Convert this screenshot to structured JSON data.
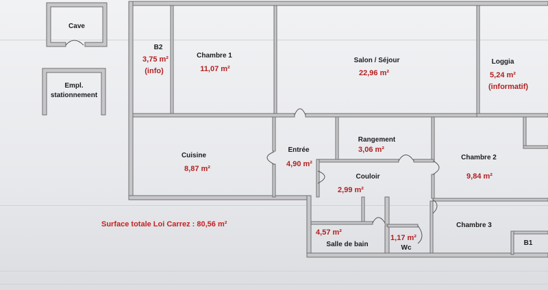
{
  "colors": {
    "wall": "#c7c7c9",
    "area_text": "#b32020",
    "total_text": "#c62020",
    "label_text": "#1c1c1e"
  },
  "rooms": {
    "cave": {
      "label": "Cave"
    },
    "empl": {
      "label1": "Empl.",
      "label2": "stationnement"
    },
    "b2": {
      "label": "B2",
      "area": "3,75 m²",
      "note": "(info)"
    },
    "chambre1": {
      "label": "Chambre 1",
      "area": "11,07 m²"
    },
    "salon": {
      "label": "Salon / Séjour",
      "area": "22,96 m²"
    },
    "loggia": {
      "label": "Loggia",
      "area": "5,24 m²",
      "note": "(informatif)"
    },
    "cuisine": {
      "label": "Cuisine",
      "area": "8,87 m²"
    },
    "entree": {
      "label": "Entrée",
      "area": "4,90 m²"
    },
    "rangement": {
      "label": "Rangement",
      "area": "3,06 m²"
    },
    "couloir": {
      "label": "Couloir",
      "area": "2,99 m²"
    },
    "chambre2": {
      "label": "Chambre 2",
      "area": "9,84 m²"
    },
    "sdb": {
      "label": "Salle de bain",
      "area": "4,57 m²"
    },
    "wc": {
      "label": "Wc",
      "area": "1,17 m²"
    },
    "chambre3": {
      "label": "Chambre 3"
    },
    "b1": {
      "label": "B1"
    }
  },
  "total": "Surface totale Loi Carrez : 80,56 m²"
}
